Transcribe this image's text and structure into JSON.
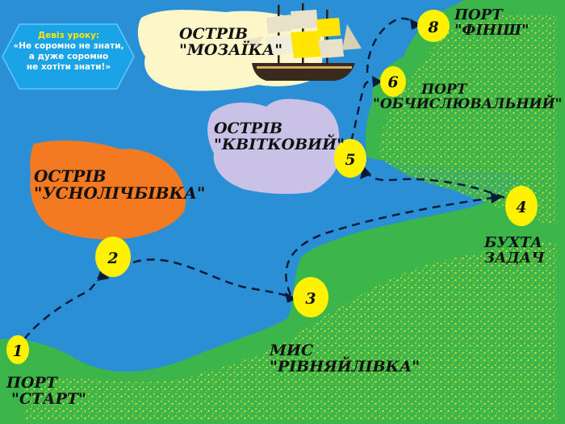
{
  "motto": {
    "title": "Девіз уроку:",
    "line1": "«Не соромно не знати,",
    "line2": "а дуже соромно",
    "line3": "не хотіти знати!»"
  },
  "islands": {
    "mozaika": [
      "ОСТРІВ",
      "\"МОЗАЇКА\""
    ],
    "kvitkovyi": [
      "ОСТРІВ",
      "\"КВІТКОВИЙ\""
    ],
    "usnolichbivka": [
      "ОСТРІВ",
      "\"УСНОЛІЧБІВКА\""
    ]
  },
  "places": {
    "start": [
      "ПОРТ",
      "\"СТАРТ\""
    ],
    "mys": [
      "МИС",
      "\"РІВНЯЙЛІВКА\""
    ],
    "bukhta": [
      "БУХТА",
      "ЗАДАЧ"
    ],
    "obchysl": [
      "ПОРТ",
      "\"ОБЧИСЛЮВАЛЬНИЙ\""
    ],
    "finish": [
      "ПОРТ",
      "\"ФІНІШ\""
    ]
  },
  "stops": [
    "1",
    "2",
    "3",
    "4",
    "5",
    "6",
    "8"
  ],
  "colors": {
    "sea": "#2b8fd6",
    "land": "#3cb54a",
    "land_texture": "#c8d62a",
    "stop_circle": "#fff200",
    "mozaika_island": "#fdf6c9",
    "kvitkovyi_island": "#c9c2e6",
    "usnolichbivka_island": "#f47a22",
    "motto_bg": "#1ba3e8"
  },
  "icons": [
    "sailing-ship-icon"
  ]
}
